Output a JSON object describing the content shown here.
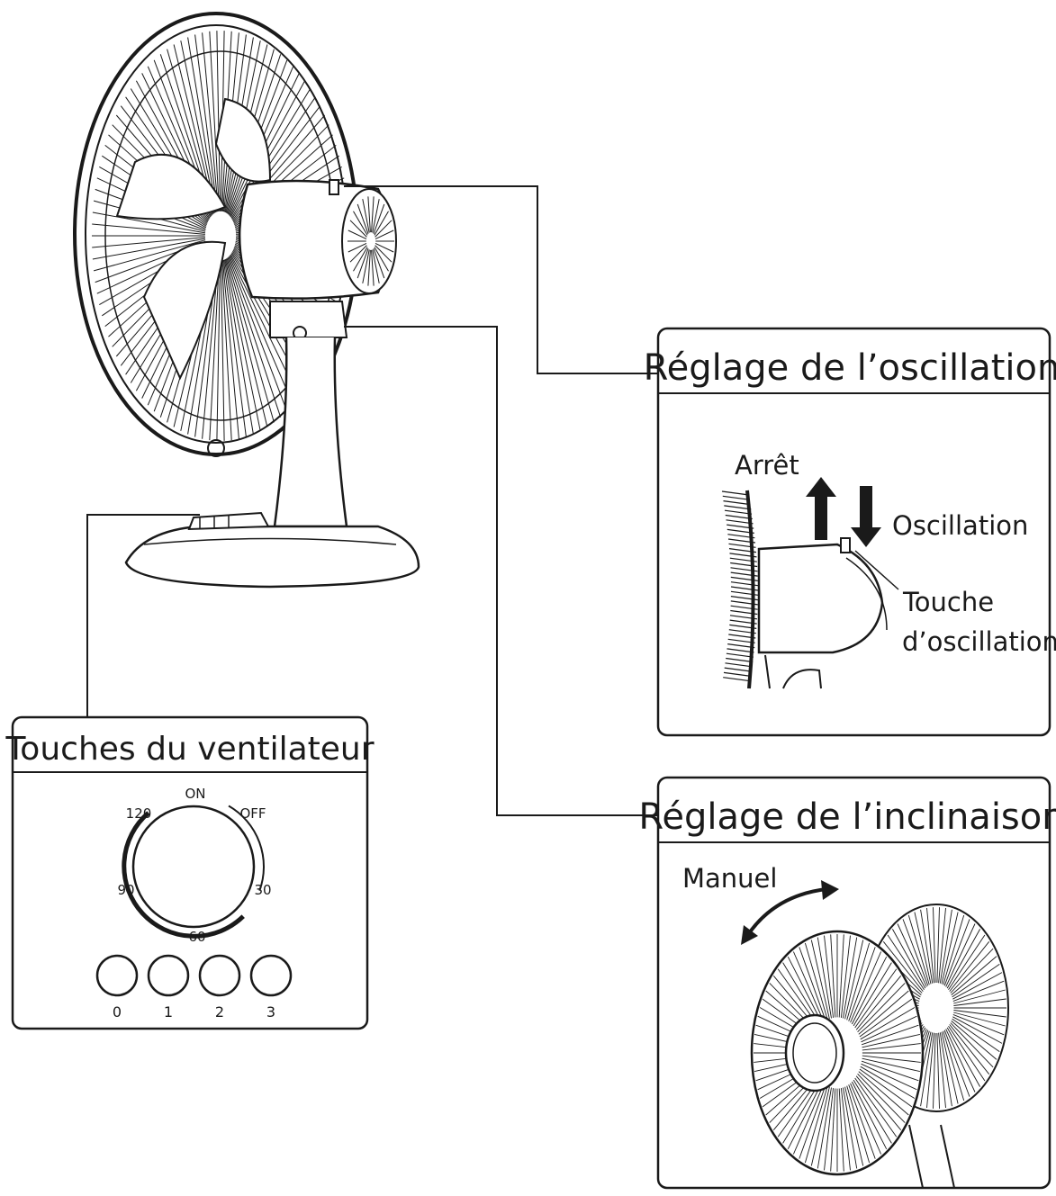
{
  "panels": {
    "oscillation": {
      "title": "Réglage de l’oscillation",
      "label_stop": "Arrêt",
      "label_oscillation": "Oscillation",
      "label_key_line1": "Touche",
      "label_key_line2": "d’oscillation"
    },
    "tilt": {
      "title": "Réglage de l’inclinaison",
      "label_manual": "Manuel"
    },
    "controls": {
      "title": "Touches du ventilateur",
      "timer": {
        "on": "ON",
        "off": "OFF",
        "t120": "120",
        "t90": "90",
        "t60": "60",
        "t30": "30"
      },
      "buttons": [
        "0",
        "1",
        "2",
        "3"
      ]
    }
  },
  "icons": [
    "fan-icon",
    "arrow-up-icon",
    "arrow-down-icon",
    "curved-double-arrow-icon",
    "timer-dial-icon"
  ],
  "colors": {
    "ink": "#1a1a1a",
    "background": "#ffffff"
  }
}
